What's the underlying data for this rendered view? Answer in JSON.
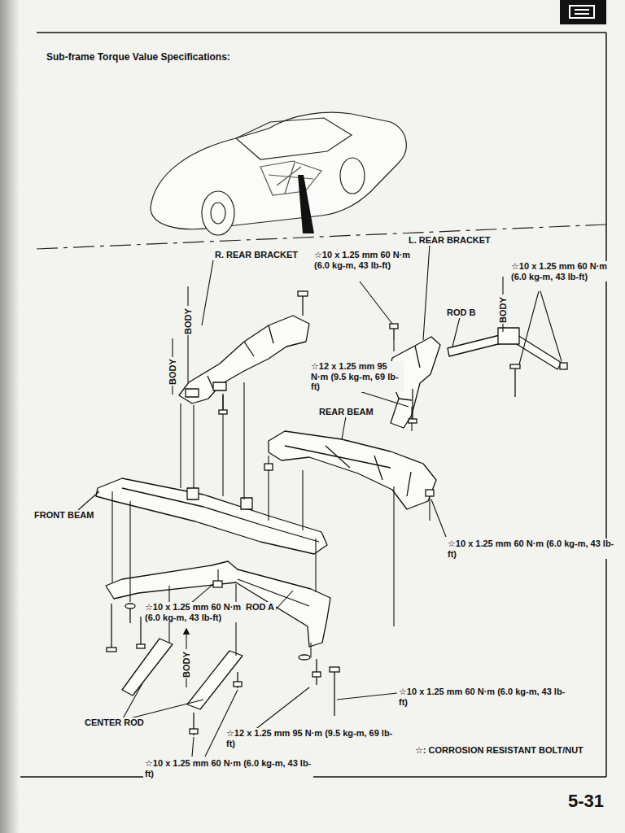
{
  "diagram": {
    "title": "Sub-frame Torque Value Specifications:",
    "labels": [
      "R. REAR BRACKET",
      "L. REAR BRACKET",
      "☆10 x 1.25 mm 60 N·m (6.0 kg-m, 43 lb-ft)",
      "☆10 x 1.25 mm 60 N·m (6.0 kg-m, 43 lb-ft)",
      "BODY",
      "ROD B",
      "BODY",
      "BODY",
      "☆12 x 1.25 mm 95 N·m (9.5 kg-m, 69 lb-ft)",
      "REAR BEAM",
      "FRONT BEAM",
      "☆10 x 1.25 mm 60 N·m (6.0 kg-m, 43 lb-ft)",
      "☆10 x 1.25 mm 60 N·m (6.0 kg-m, 43 lb-ft)",
      "ROD A",
      "BODY",
      "☆10 x 1.25 mm 60 N·m (6.0 kg-m, 43 lb-ft)",
      "CENTER ROD",
      "☆12 x 1.25 mm 95 N·m (9.5 kg-m, 69 lb-ft)",
      "☆10 x 1.25 mm 60 N·m (6.0 kg-m, 43 lb-ft)",
      "☆: CORROSION RESISTANT BOLT/NUT",
      "5-31"
    ]
  }
}
